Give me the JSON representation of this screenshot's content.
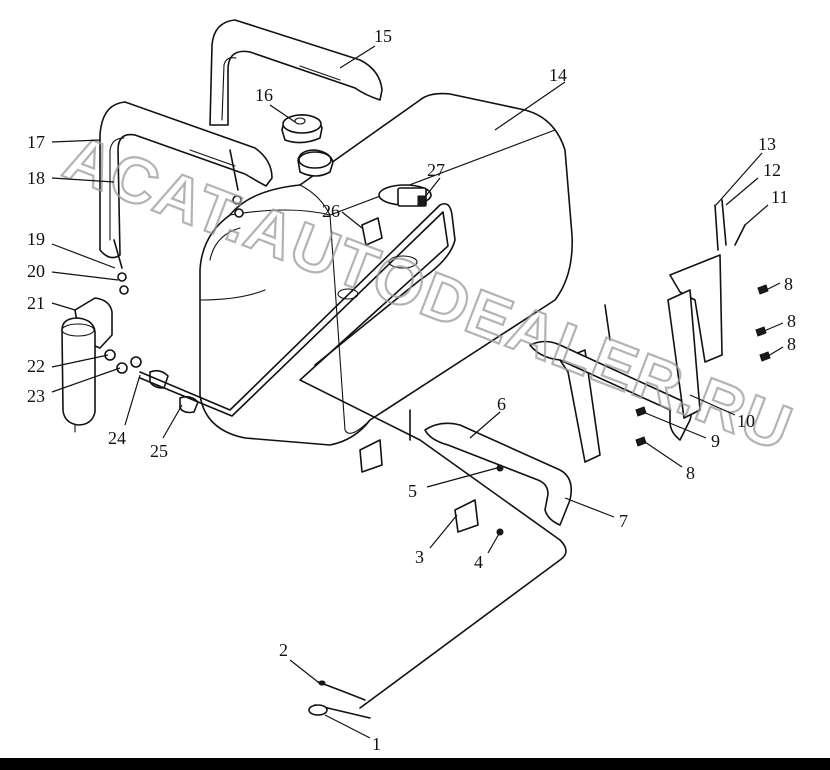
{
  "watermark": "ACAT.AUTODEALER.RU",
  "callouts": [
    "1",
    "2",
    "3",
    "4",
    "5",
    "6",
    "7",
    "8",
    "8",
    "8",
    "8",
    "9",
    "10",
    "11",
    "12",
    "13",
    "14",
    "15",
    "16",
    "17",
    "18",
    "19",
    "20",
    "21",
    "22",
    "23",
    "24",
    "25",
    "26",
    "27"
  ]
}
